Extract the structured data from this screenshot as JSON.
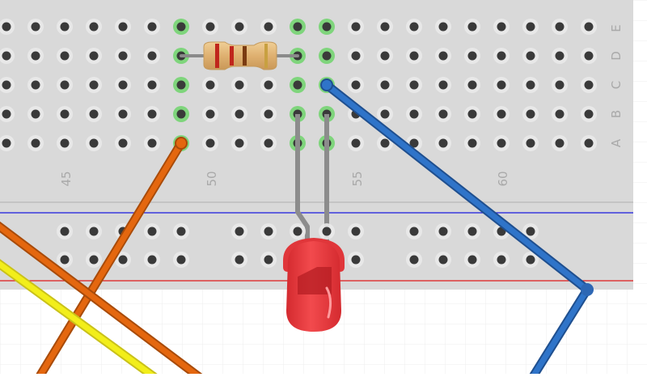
{
  "breadboard": {
    "row_labels": [
      "E",
      "D",
      "C",
      "B",
      "A"
    ],
    "column_numbers": [
      "45",
      "50",
      "55",
      "60"
    ]
  },
  "components": {
    "resistor": {
      "bands": [
        "#c0261c",
        "#c0261c",
        "#7a3b12",
        "#c8a040"
      ]
    },
    "led": {
      "color": "#e8373a"
    }
  },
  "wires": [
    {
      "name": "orange-wire-a",
      "color": "#e4670f"
    },
    {
      "name": "orange-wire-b",
      "color": "#e4670f"
    },
    {
      "name": "yellow-wire",
      "color": "#f2ee1a"
    },
    {
      "name": "blue-wire",
      "color": "#2f74c9"
    }
  ],
  "colors": {
    "board": "#d9d9d9",
    "hole": "#3a3a3a",
    "hole_active": "#6fd36b",
    "rail_blue": "#1a1ae0",
    "rail_red": "#e01a1a",
    "label": "#a9a9a9",
    "grid": "#eeeeee"
  }
}
